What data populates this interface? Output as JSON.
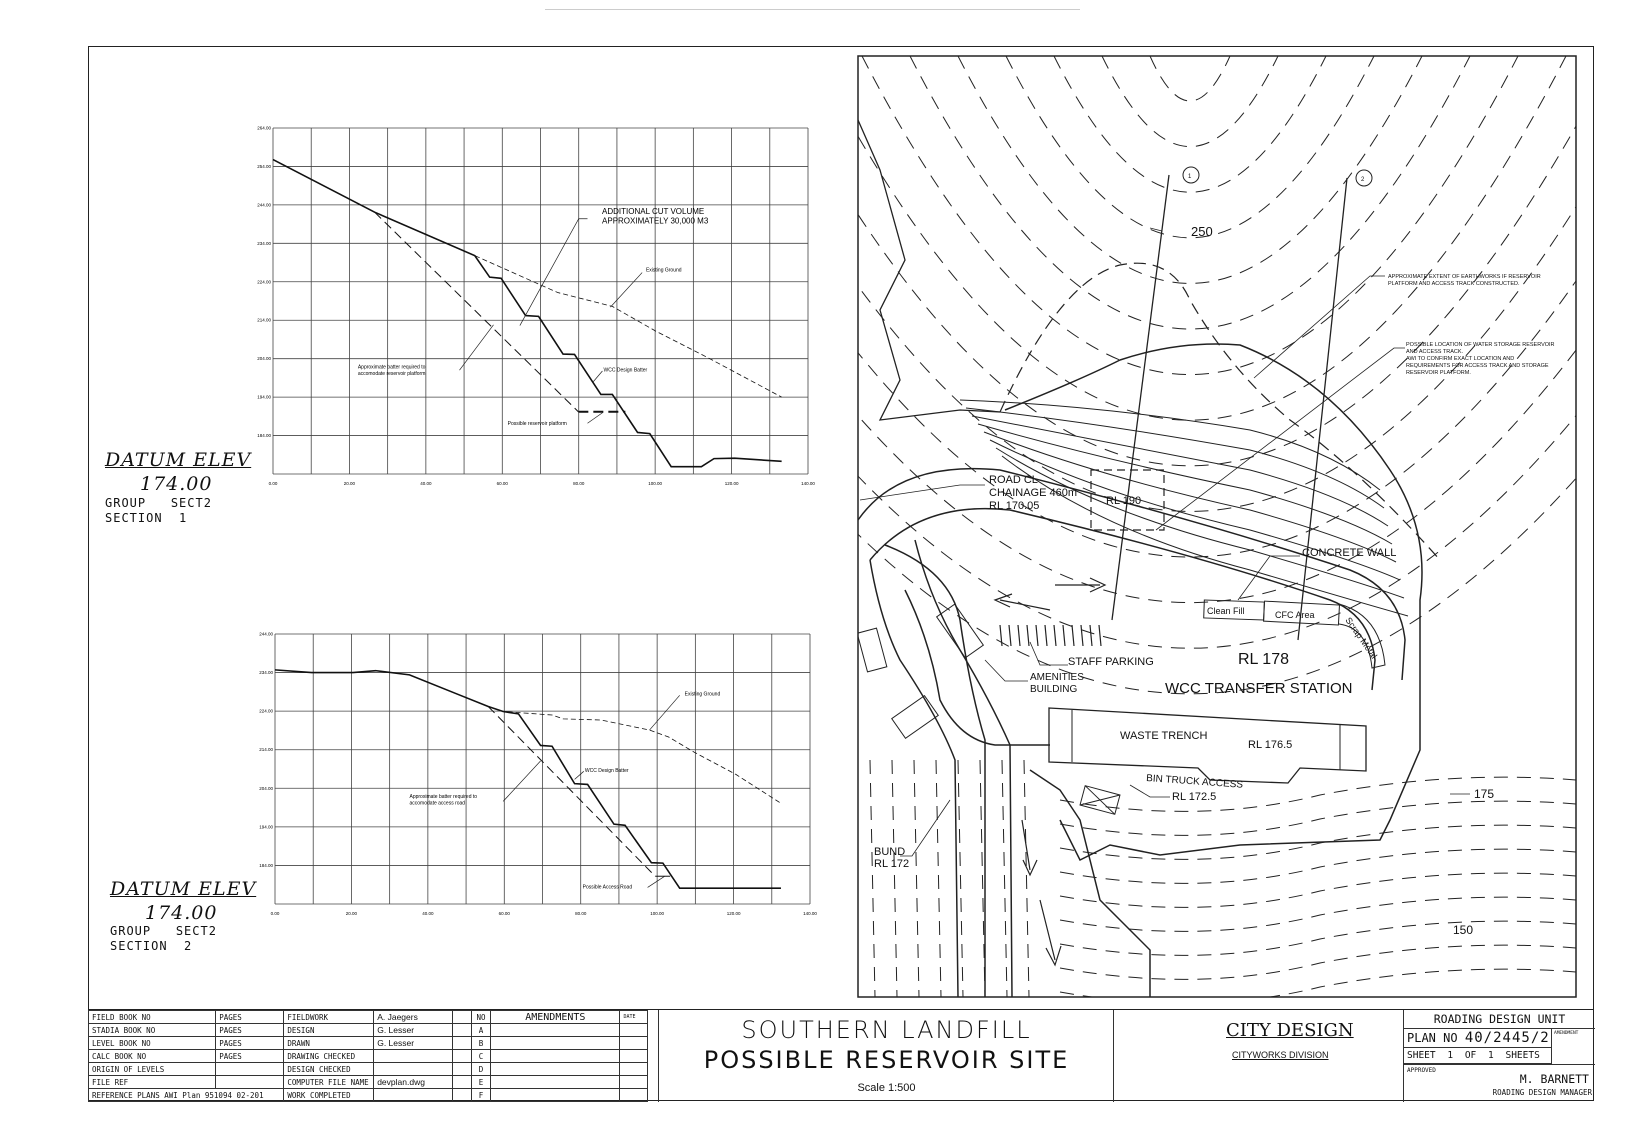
{
  "sections": [
    {
      "datum_label": "DATUM ELEV",
      "datum_value": "174.00",
      "group_label": "GROUP",
      "group_value": "SECT2",
      "section_label": "SECTION",
      "section_no": "1"
    },
    {
      "datum_label": "DATUM ELEV",
      "datum_value": "174.00",
      "group_label": "GROUP",
      "group_value": "SECT2",
      "section_label": "SECTION",
      "section_no": "2"
    }
  ],
  "chart_data": [
    {
      "type": "line",
      "title": "",
      "xlim": [
        0,
        140
      ],
      "ylim": [
        174,
        264
      ],
      "grid": true,
      "x_tick_labels": [
        "0.00",
        "20.00",
        "40.00",
        "60.00",
        "80.00",
        "100.00",
        "120.00",
        "140.00"
      ],
      "x_ticks": [
        0,
        20,
        40,
        60,
        80,
        100,
        120,
        140
      ],
      "y_tick_labels": [
        "264.00",
        "254.00",
        "244.00",
        "234.00",
        "224.00",
        "214.00",
        "204.00",
        "194.00",
        "184.00"
      ],
      "y_ticks": [
        264,
        254,
        244,
        234,
        224,
        214,
        204,
        194,
        184
      ],
      "series": [
        {
          "name": "Existing Ground",
          "style": "dashed-thin",
          "x": [
            0,
            26.6,
            52.8,
            74.5,
            88.8,
            100.1,
            113.9,
            133.1
          ],
          "y": [
            255.8,
            242.1,
            230.8,
            221.2,
            217.6,
            211.2,
            204.2,
            194.0
          ]
        },
        {
          "name": "WCC Design Batter",
          "style": "solid-thick",
          "x": [
            0,
            26.6,
            52.8,
            56.7,
            59.7,
            66.1,
            69.5,
            75.9,
            78.9,
            85.8,
            88.8,
            95.4,
            98.6,
            104.2,
            112.1,
            115.4,
            120.8,
            133.1
          ],
          "y": [
            255.8,
            242.1,
            230.8,
            225.2,
            224.9,
            215.2,
            215.0,
            205.2,
            205.1,
            194.7,
            194.7,
            184.8,
            184.5,
            175.9,
            175.9,
            178.0,
            178.1,
            177.3
          ]
        },
        {
          "name": "Approximate batter required to accomodate reservoir platform",
          "style": "dashed",
          "x": [
            26.6,
            79.9
          ],
          "y": [
            242.1,
            190.2
          ]
        },
        {
          "name": "Possible reservoir platform",
          "style": "dashed-heavy",
          "x": [
            79.9,
            92.2
          ],
          "y": [
            190.2,
            190.2
          ]
        }
      ],
      "annotations": [
        {
          "lines": [
            "ADDITIONAL CUT VOLUME",
            "APPROXIMATELY 30,000 M3"
          ]
        },
        {
          "lines": [
            "Existing Ground"
          ]
        },
        {
          "lines": [
            "Approximate batter required to",
            "accomodate reservoir platform"
          ]
        },
        {
          "lines": [
            "WCC Design Batter"
          ]
        },
        {
          "lines": [
            "Possible reservoir platform"
          ]
        }
      ]
    },
    {
      "type": "line",
      "title": "",
      "xlim": [
        0,
        140
      ],
      "ylim": [
        174,
        244
      ],
      "grid": true,
      "x_tick_labels": [
        "0.00",
        "20.00",
        "40.00",
        "60.00",
        "80.00",
        "100.00",
        "120.00",
        "140.00"
      ],
      "x_ticks": [
        0,
        20,
        40,
        60,
        80,
        100,
        120,
        140
      ],
      "y_tick_labels": [
        "244.00",
        "234.00",
        "224.00",
        "214.00",
        "204.00",
        "194.00",
        "184.00"
      ],
      "y_ticks": [
        244,
        234,
        224,
        214,
        204,
        194,
        184
      ],
      "series": [
        {
          "name": "Existing Ground",
          "style": "dashed-thin",
          "x": [
            0,
            9.6,
            20.4,
            26.3,
            35.2,
            48.0,
            55.8,
            59.7,
            72.5,
            75.4,
            85.3,
            98.0,
            103.0,
            109.8,
            120.6,
            132.4
          ],
          "y": [
            234.7,
            234.0,
            234.0,
            234.5,
            233.4,
            228.3,
            225.2,
            223.9,
            223.0,
            222.0,
            221.7,
            219.1,
            217.3,
            213.3,
            207.6,
            200.1
          ]
        },
        {
          "name": "WCC Design Batter",
          "style": "solid-thick",
          "x": [
            0,
            9.6,
            20.4,
            26.3,
            35.2,
            48.0,
            55.8,
            59.7,
            63.7,
            69.5,
            72.5,
            78.4,
            81.8,
            88.7,
            91.6,
            98.5,
            101.5,
            105.9,
            132.4
          ],
          "y": [
            234.7,
            234.0,
            234.0,
            234.5,
            233.4,
            228.3,
            225.2,
            223.9,
            223.3,
            215.1,
            214.9,
            205.2,
            205.0,
            194.7,
            194.4,
            184.7,
            184.6,
            178.1,
            178.1
          ]
        },
        {
          "name": "Approximate batter required to accomodate access road",
          "style": "dashed",
          "x": [
            55.8,
            99.5
          ],
          "y": [
            225.2,
            181.2
          ]
        },
        {
          "name": "Possible Access Road",
          "style": "solid",
          "x": [
            99.5,
            103.4
          ],
          "y": [
            181.2,
            181.2
          ]
        }
      ],
      "annotations": [
        {
          "lines": [
            "Existing Ground"
          ]
        },
        {
          "lines": [
            "WCC Design Batter"
          ]
        },
        {
          "lines": [
            "Approximate batter required to",
            "accomodate access road"
          ]
        },
        {
          "lines": [
            "Possible Access Road"
          ]
        }
      ]
    }
  ],
  "map": {
    "section_markers": [
      "1",
      "2"
    ],
    "contour_250": "250",
    "contour_175": "175",
    "contour_150": "150",
    "note_extent": [
      "APPROXIMATE EXTENT OF EARTHWORKS IF RESERVOIR",
      "PLATFORM AND ACCESS TRACK CONSTRUCTED."
    ],
    "note_location": [
      "POSSIBLE LOCATION OF WATER STORAGE RESERVOIR",
      "AND ACCESS TRACK.",
      "AWI TO CONFIRM EXACT LOCATION AND",
      "REQUIREMENTS FOR ACCESS TRACK AND STORAGE",
      "RESERVOIR PLATFORM."
    ],
    "road_cl": [
      "ROAD CL",
      "CHAINAGE 460m",
      "RL 170.05"
    ],
    "rl_190": "RL 190",
    "concrete_wall": "CONCRETE WALL",
    "clean_fill": "Clean Fill",
    "cfc_area": "CFC Area",
    "scrap_metal": "Scrap Metal",
    "staff_parking": "STAFF PARKING",
    "amenities": [
      "AMENITIES",
      "BUILDING"
    ],
    "rl_178": "RL 178",
    "station": "WCC TRANSFER STATION",
    "waste_trench": "WASTE TRENCH",
    "rl_176_5": "RL 176.5",
    "bin_truck": "BIN TRUCK ACCESS",
    "rl_172_5": "RL 172.5",
    "bund": [
      "BUND",
      "RL 172"
    ]
  },
  "title_block": {
    "records": [
      [
        "FIELD BOOK NO",
        "PAGES"
      ],
      [
        "STADIA BOOK NO",
        "PAGES"
      ],
      [
        "LEVEL BOOK NO",
        "PAGES"
      ],
      [
        "CALC BOOK NO",
        "PAGES"
      ],
      [
        "ORIGIN OF LEVELS",
        ""
      ],
      [
        "FILE REF",
        ""
      ],
      [
        "REFERENCE PLANS AWI Plan 951094 02-201",
        ""
      ]
    ],
    "signoffs": [
      [
        "FIELDWORK",
        "A. Jaegers"
      ],
      [
        "DESIGN",
        "G. Lesser"
      ],
      [
        "DRAWN",
        "G. Lesser"
      ],
      [
        "DRAWING CHECKED",
        ""
      ],
      [
        "DESIGN CHECKED",
        ""
      ],
      [
        "COMPUTER FILE NAME",
        "devplan.dwg"
      ],
      [
        "WORK COMPLETED",
        ""
      ]
    ],
    "amend_header": {
      "no": "NO",
      "title": "AMENDMENTS",
      "date": "DATE"
    },
    "amend_rows": [
      "A",
      "B",
      "C",
      "D",
      "E",
      "F"
    ],
    "title_line1": "SOUTHERN LANDFILL",
    "title_line2": "POSSIBLE RESERVOIR SITE",
    "scale": "Scale 1:500",
    "org": "CITY DESIGN",
    "division": "CITYWORKS DIVISION",
    "unit": "ROADING DESIGN UNIT",
    "plan_no_label": "PLAN NO",
    "plan_no": "40/2445/2",
    "amendment_label": "AMENDMENT",
    "sheet_label": "SHEET",
    "sheet_no": "1",
    "of_label": "OF",
    "sheet_total": "1",
    "sheets_label": "SHEETS",
    "approved_label": "APPROVED",
    "approver": "M. BARNETT",
    "approver_role": "ROADING DESIGN MANAGER"
  }
}
